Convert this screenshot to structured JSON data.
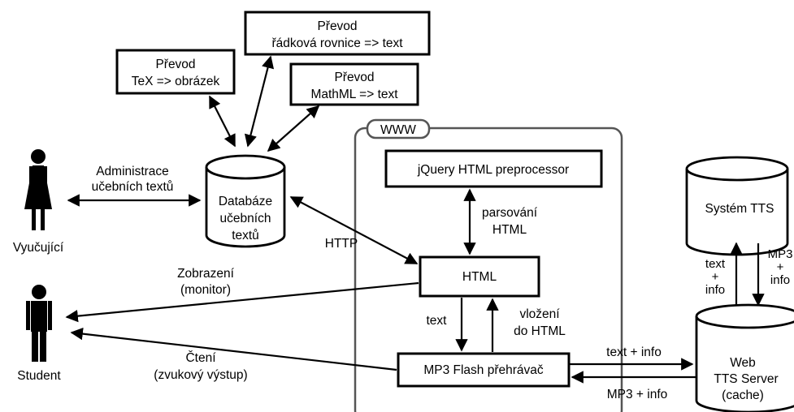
{
  "nodes": {
    "prevod_tex": {
      "line1": "Převod",
      "line2": "TeX => obrázek"
    },
    "prevod_rovnice": {
      "line1": "Převod",
      "line2": "řádková rovnice => text"
    },
    "prevod_mathml": {
      "line1": "Převod",
      "line2": "MathML => text"
    },
    "databaze": {
      "line1": "Databáze",
      "line2": "učebních",
      "line3": "textů"
    },
    "www_frame": {
      "label": "WWW"
    },
    "jquery": {
      "label": "jQuery HTML preprocessor"
    },
    "html": {
      "label": "HTML"
    },
    "mp3_player": {
      "label": "MP3 Flash přehrávač"
    },
    "system_tts": {
      "label": "Systém TTS"
    },
    "web_tts": {
      "line1": "Web",
      "line2": "TTS Server",
      "line3": "(cache)"
    },
    "vyucujici": {
      "label": "Vyučující"
    },
    "student": {
      "label": "Student"
    }
  },
  "edges": {
    "administrace": {
      "line1": "Administrace",
      "line2": "učebních textů"
    },
    "http": {
      "label": "HTTP"
    },
    "parsovani": {
      "line1": "parsování",
      "line2": "HTML"
    },
    "text_down": {
      "label": "text"
    },
    "vlozeni": {
      "line1": "vložení",
      "line2": "do HTML"
    },
    "zobrazeni": {
      "line1": "Zobrazení",
      "line2": "(monitor)"
    },
    "cteni": {
      "line1": "Čtení",
      "line2": "(zvukový výstup)"
    },
    "text_info_right": {
      "label": "text + info"
    },
    "mp3_info_left": {
      "label": "MP3 + info"
    },
    "text_info_up": {
      "line1": "text",
      "line2": "+",
      "line3": "info"
    },
    "mp3_info_down": {
      "line1": "MP3",
      "line2": "+",
      "line3": "info"
    }
  }
}
